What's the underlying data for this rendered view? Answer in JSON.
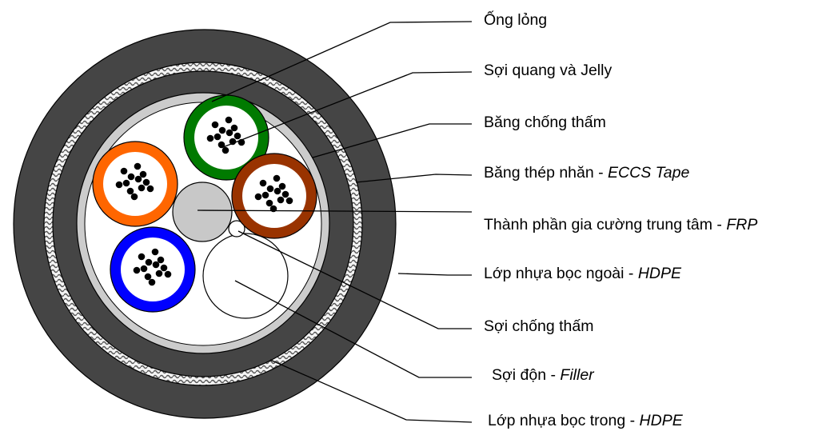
{
  "diagram": {
    "subject": "Fiber optic cable cross-section",
    "colors": {
      "jacket": "#454545",
      "tape_armor_bg": "#f4f4f4",
      "tape_armor_pattern": "#555555",
      "water_block_tape": "#cccccc",
      "core_fill": "#ffffff",
      "frp": "#c8c8c8",
      "tube_green": "#007a00",
      "tube_orange": "#ff6600",
      "tube_brown": "#993300",
      "tube_blue": "#0000ff",
      "fiber": "#000000",
      "outline": "#000000"
    },
    "tubes": [
      {
        "name": "green",
        "color_key": "tube_green"
      },
      {
        "name": "orange",
        "color_key": "tube_orange"
      },
      {
        "name": "brown",
        "color_key": "tube_brown"
      },
      {
        "name": "blue",
        "color_key": "tube_blue"
      }
    ],
    "fibers_per_tube": 12
  },
  "labels": [
    {
      "id": "loose-tube",
      "text": "Ống lỏng",
      "italic": ""
    },
    {
      "id": "fiber-and-jelly",
      "text": "Sợi quang và Jelly",
      "italic": ""
    },
    {
      "id": "water-block-tape",
      "text": "Băng chống thấm",
      "italic": ""
    },
    {
      "id": "eccs-tape",
      "text": "Băng thép nhăn - ",
      "italic": "ECCS Tape"
    },
    {
      "id": "central-strength",
      "text": "Thành phần gia cường trung tâm - ",
      "italic": "FRP"
    },
    {
      "id": "outer-jacket",
      "text": "Lớp nhựa bọc ngoài - ",
      "italic": "HDPE"
    },
    {
      "id": "water-block-yarn",
      "text": "Sợi chống thấm",
      "italic": ""
    },
    {
      "id": "filler",
      "text": "Sợi độn - ",
      "italic": "Filler"
    },
    {
      "id": "inner-jacket",
      "text": "Lớp nhựa bọc trong - ",
      "italic": "HDPE"
    }
  ]
}
